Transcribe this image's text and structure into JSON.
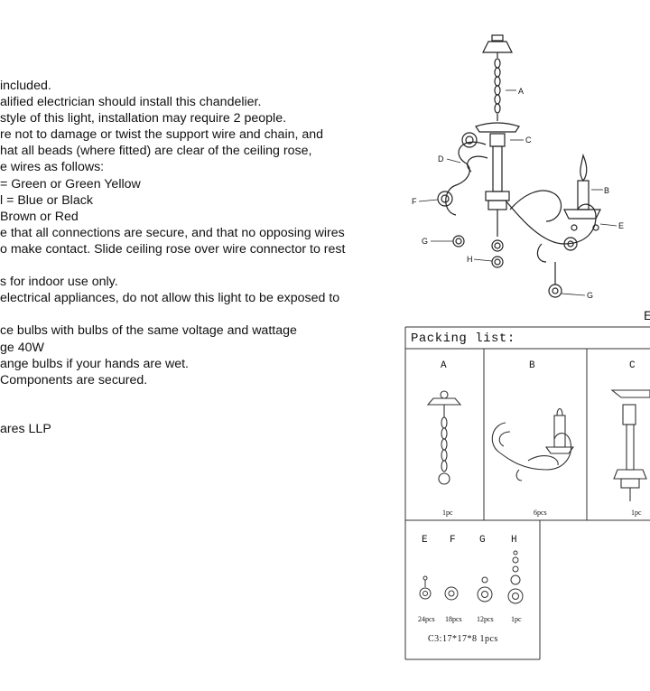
{
  "instructions": {
    "lines": [
      "included.",
      "alified electrician should install this chandelier.",
      " style of this light, installation may require 2 people.",
      "re not to damage or twist the support wire and chain, and",
      "hat all beads (where fitted) are clear of the ceiling rose,",
      "e wires as follows:",
      "= Green or Green Yellow",
      "l = Blue or Black",
      "Brown or Red",
      "e that all connections are secure, and that no opposing wires",
      "o make contact. Slide ceiling rose over wire connector to rest"
    ],
    "lines2": [
      "s for indoor use only.",
      " electrical appliances, do not allow this light to be exposed to"
    ],
    "lines3": [
      "ce bulbs with bulbs of the same voltage and wattage",
      "ge 40W",
      "ange bulbs if your hands are wet.",
      " Components are secured."
    ],
    "company": "ares LLP"
  },
  "figure": {
    "labels": [
      "A",
      "B",
      "C",
      "D",
      "E",
      "F",
      "G",
      "G",
      "H"
    ],
    "edge_label": "E"
  },
  "packing": {
    "title": "Packing list:",
    "top_items": [
      {
        "letter": "A",
        "count": "1pc"
      },
      {
        "letter": "B",
        "count": "6pcs"
      },
      {
        "letter": "C",
        "count": "1pc"
      }
    ],
    "bottom_items": [
      {
        "letter": "E",
        "count": "24pcs"
      },
      {
        "letter": "F",
        "count": "18pcs"
      },
      {
        "letter": "G",
        "count": "12pcs"
      },
      {
        "letter": "H",
        "count": "1pc"
      }
    ],
    "footer": "C3:17*17*8   1pcs"
  }
}
